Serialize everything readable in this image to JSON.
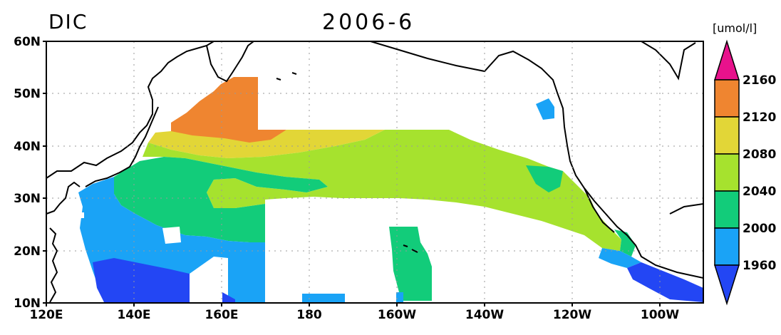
{
  "title": {
    "variable": "DIC",
    "date": "2006-6"
  },
  "colorbar": {
    "units": "[umol/l]",
    "levels": [
      "2160",
      "2120",
      "2080",
      "2040",
      "2000",
      "1960"
    ],
    "colors": [
      "#e8128c",
      "#ef8530",
      "#e2d637",
      "#a6e22e",
      "#12cc7a",
      "#1aa3f6",
      "#2346f4"
    ]
  },
  "axes": {
    "lat_labels": [
      "60N",
      "50N",
      "40N",
      "30N",
      "20N",
      "10N"
    ],
    "lon_labels": [
      "120E",
      "140E",
      "160E",
      "180",
      "160W",
      "140W",
      "120W",
      "100W"
    ]
  },
  "map": {
    "region": "North Pacific",
    "lon_range": [
      "120E",
      "90W"
    ],
    "lat_range": [
      "10N",
      "60N"
    ],
    "grid": "dotted",
    "field_colors": {
      "lt1960": "#2346f4",
      "c1960_2000": "#1aa3f6",
      "c2000_2040": "#12cc7a",
      "c2040_2080": "#a6e22e",
      "c2080_2120": "#e2d637",
      "c2120_2160": "#ef8530"
    }
  }
}
